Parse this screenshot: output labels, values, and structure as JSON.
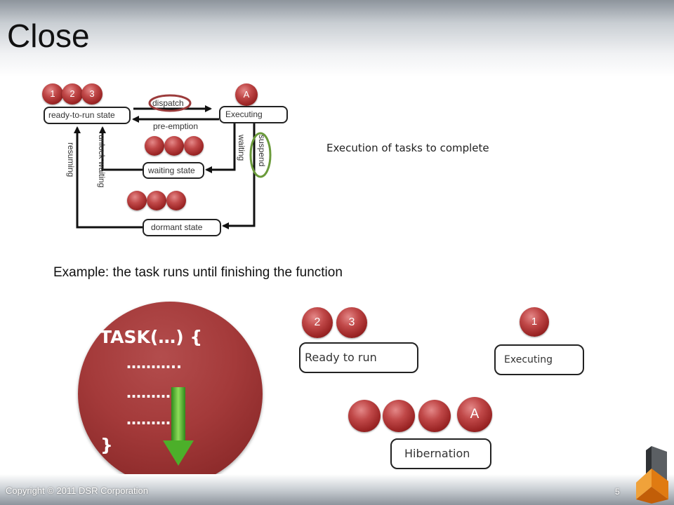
{
  "slide": {
    "title": "Close",
    "footer": "Copyright © 2011 DSR Corporation",
    "page_number": "5"
  },
  "state_diagram": {
    "ready_balls": [
      "1",
      "2",
      "3"
    ],
    "executing_ball": "A",
    "states": {
      "ready": "ready-to-run state",
      "executing": "Executing",
      "waiting": "waiting state",
      "dormant": "dormant state"
    },
    "transitions": {
      "dispatch": "dispatch",
      "preemption": "pre-emption",
      "waiting": "waiting",
      "suspend": "suspend",
      "unlock_waiting": "unlock waiting",
      "resuming": "resuming"
    },
    "side_note": "Execution of tasks to complete"
  },
  "example": {
    "caption": "Example: the task runs until finishing the function",
    "code": [
      "TASK(…) {",
      "………..",
      "………..",
      "………..",
      "}"
    ],
    "ready_balls": [
      "2",
      "3"
    ],
    "ready_label": "Ready to run",
    "executing_ball": "1",
    "executing_label": "Executing",
    "hibernation_ball": "A",
    "hibernation_label": "Hibernation"
  },
  "colors": {
    "ball_red": "#a83232",
    "dispatch_highlight": "#9b3b3b",
    "suspend_highlight": "#6a9a3a",
    "arrow_green": "#4caf2a"
  }
}
